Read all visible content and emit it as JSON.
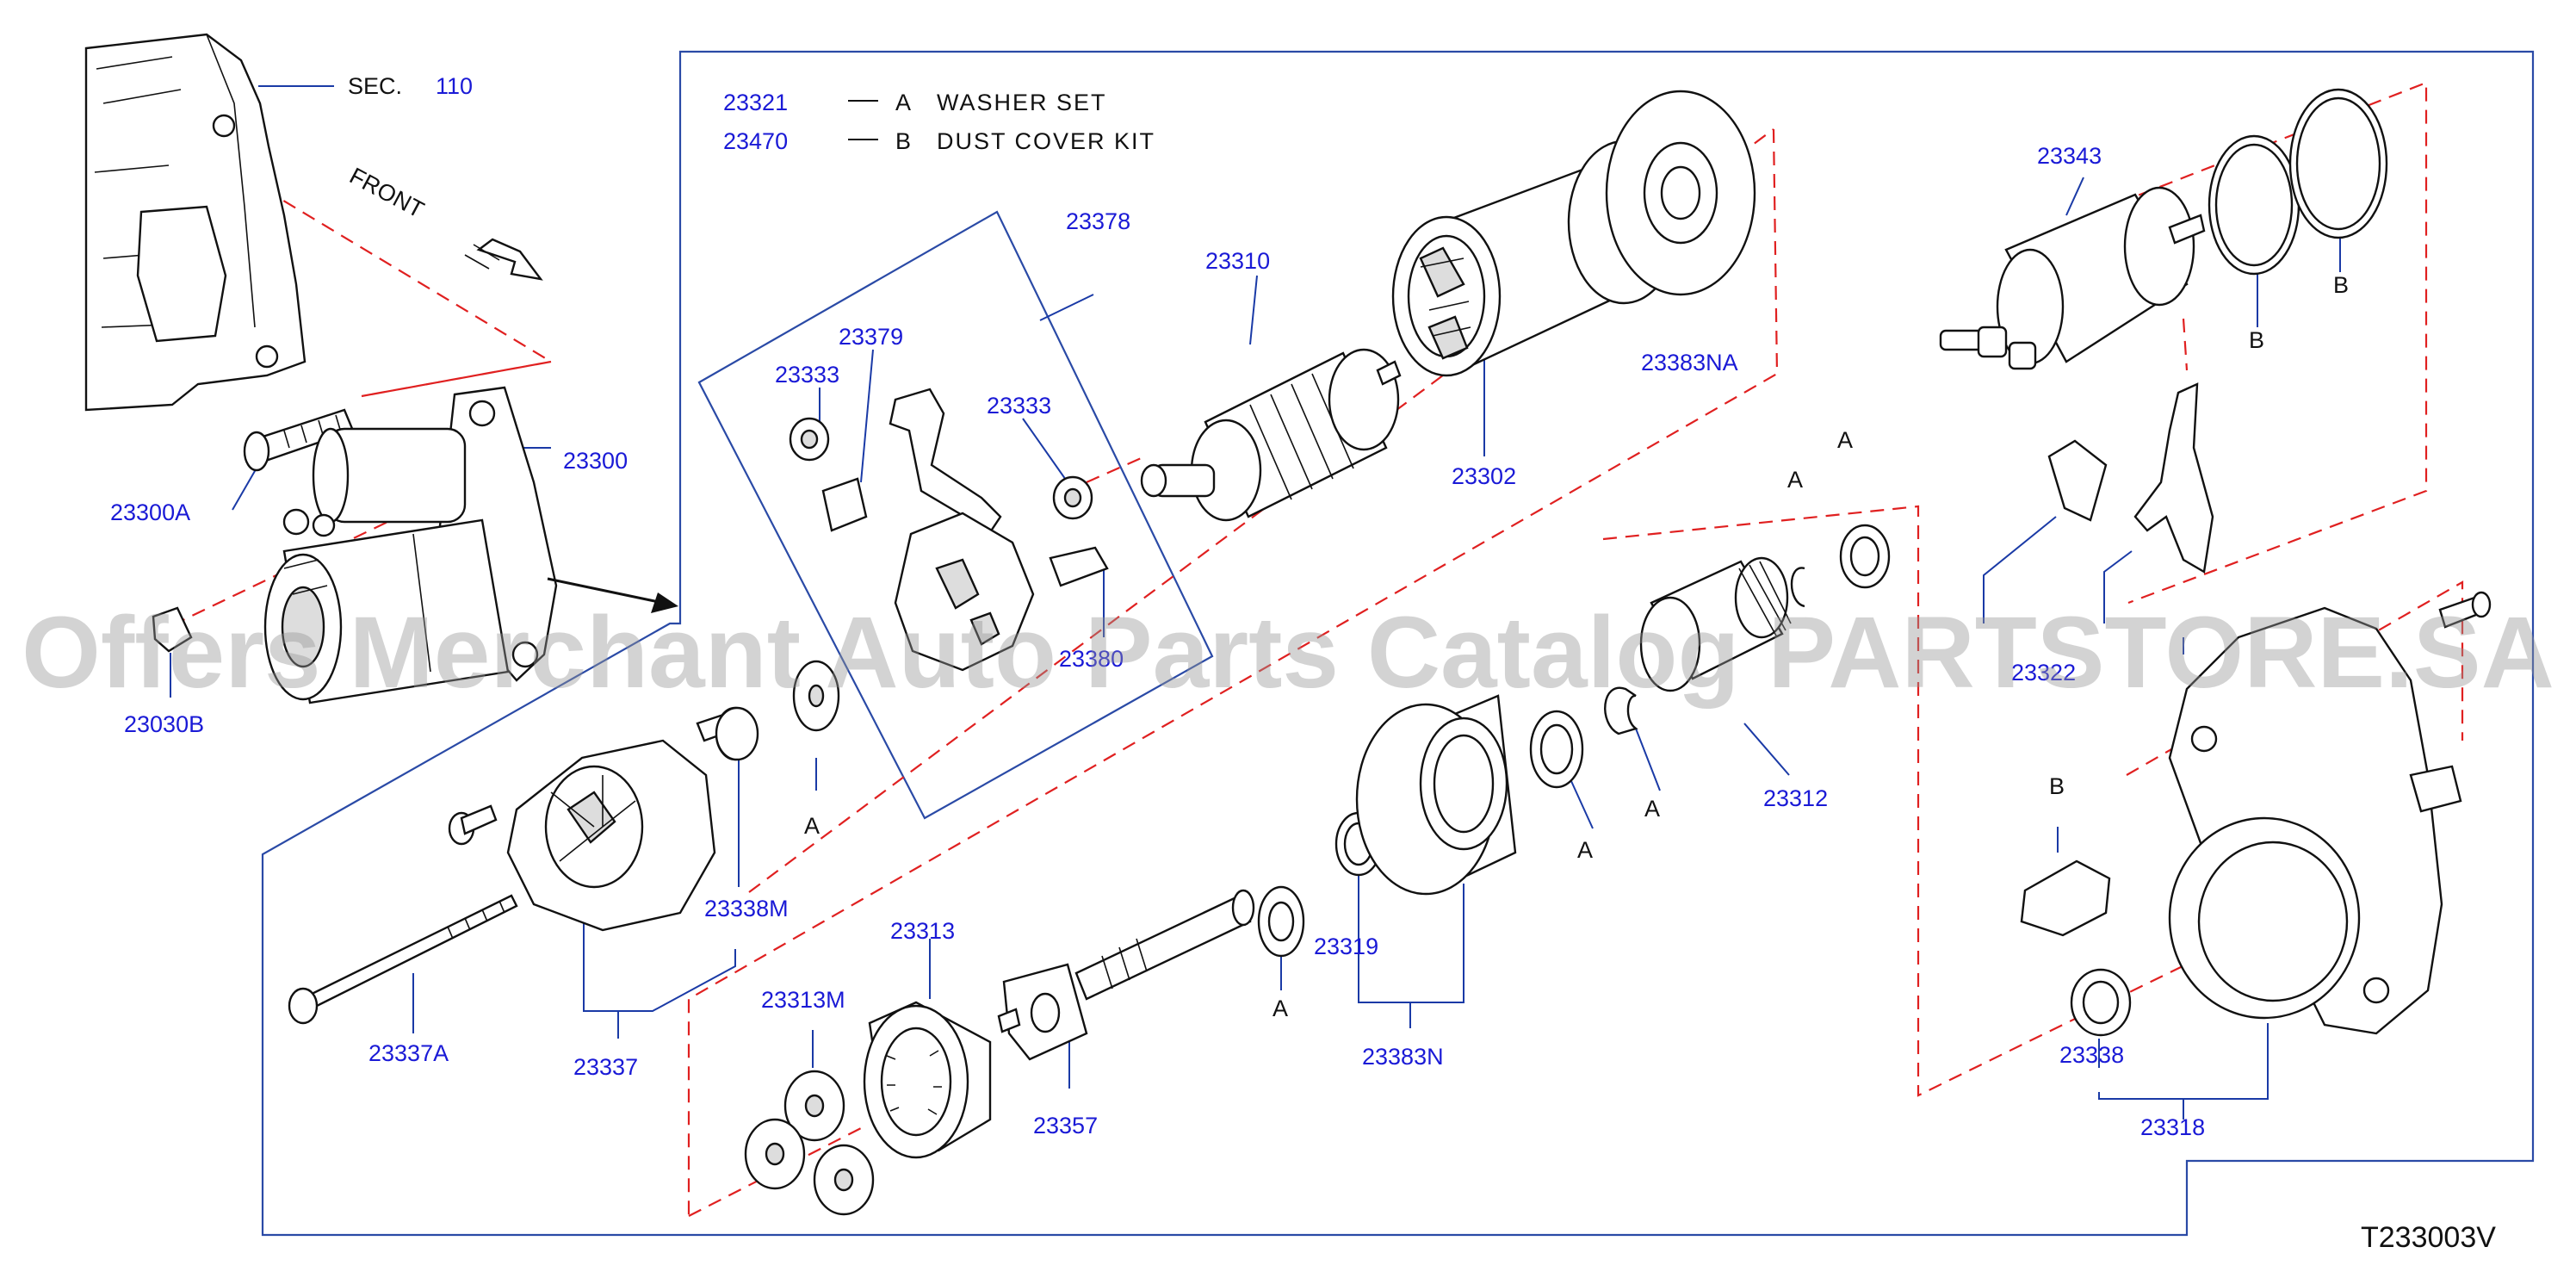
{
  "section": {
    "prefix": "SEC.",
    "number": "110"
  },
  "direction_label": "FRONT",
  "legend": [
    {
      "part": "23321",
      "letter": "A",
      "text": "WASHER SET"
    },
    {
      "part": "23470",
      "letter": "B",
      "text": "DUST COVER KIT"
    }
  ],
  "parts": {
    "p23300": "23300",
    "p23300A": "23300A",
    "p23030B": "23030B",
    "p23378": "23378",
    "p23379": "23379",
    "p23333a": "23333",
    "p23333b": "23333",
    "p23380": "23380",
    "p23310": "23310",
    "p23302": "23302",
    "p23383NA": "23383NA",
    "p23343": "23343",
    "p23322": "23322",
    "p23312": "23312",
    "p23338M": "23338M",
    "p23337": "23337",
    "p23337A": "23337A",
    "p23313": "23313",
    "p23313M": "23313M",
    "p23357": "23357",
    "p23319": "23319",
    "p23383N": "23383N",
    "p23338": "23338",
    "p23318": "23318"
  },
  "callouts": {
    "a1": "A",
    "a2": "A",
    "a3": "A",
    "a4": "A",
    "a5": "A",
    "a6": "A",
    "a7": "A",
    "b1": "B",
    "b2": "B",
    "b3": "B"
  },
  "watermark": "Offers Merchant Auto Parts Catalog PARTSTORE.SA",
  "diagram_code": "T233003V",
  "colors": {
    "part_number": "#1a1ad6",
    "frame": "#2a4aa6",
    "dashed_line": "#e02020",
    "watermark": "#969696"
  }
}
